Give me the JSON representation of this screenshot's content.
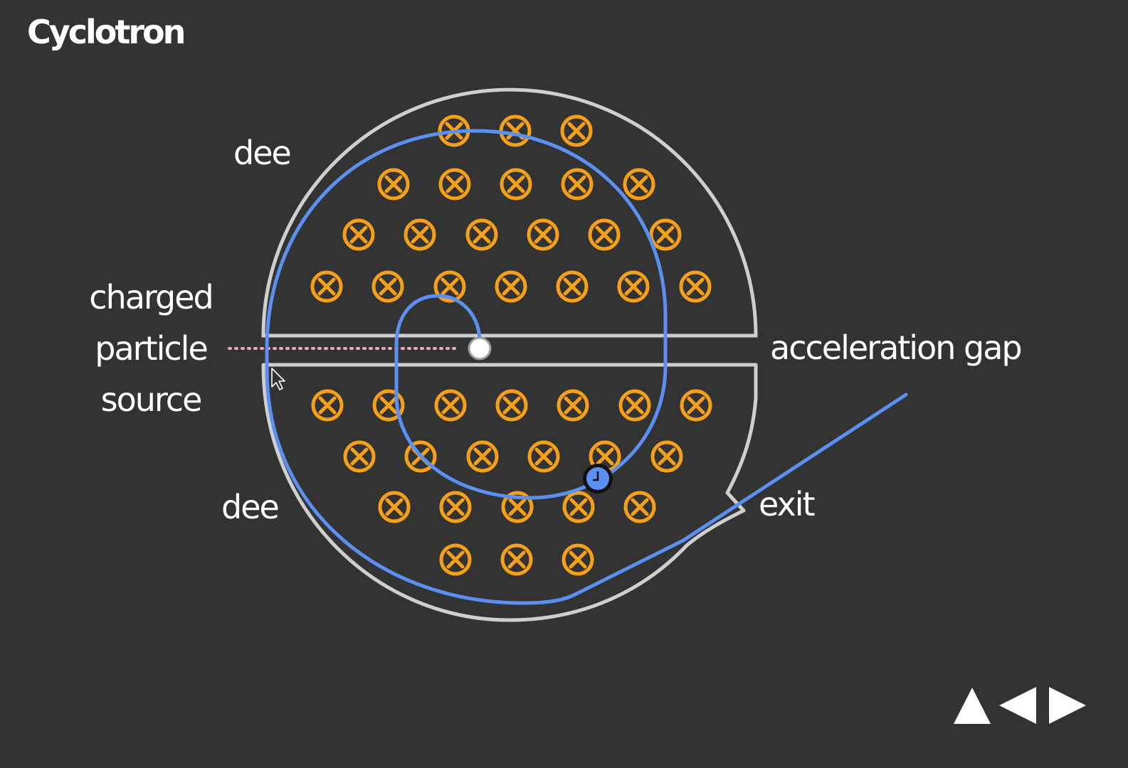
{
  "title": "Cyclotron",
  "labels": {
    "dee_top": "dee",
    "dee_bottom": "dee",
    "source_line1": "charged",
    "source_line2": "particle",
    "source_line3": "source",
    "acceleration_gap": "acceleration gap",
    "exit": "exit"
  },
  "colors": {
    "background": "#333333",
    "dee_outline": "#cfcfcf",
    "magnetic_field_symbol": "#f5a01a",
    "particle_path": "#5b8ff0",
    "source_marker": "#f0a8c0"
  },
  "icons": {
    "magnetic_field": "circle-cross-into-page-icon",
    "source": "source-point-icon",
    "particle": "particle-icon",
    "cursor": "mouse-pointer-icon"
  },
  "navigation": {
    "up": "triangle-up-icon",
    "prev": "triangle-left-icon",
    "next": "triangle-right-icon"
  }
}
